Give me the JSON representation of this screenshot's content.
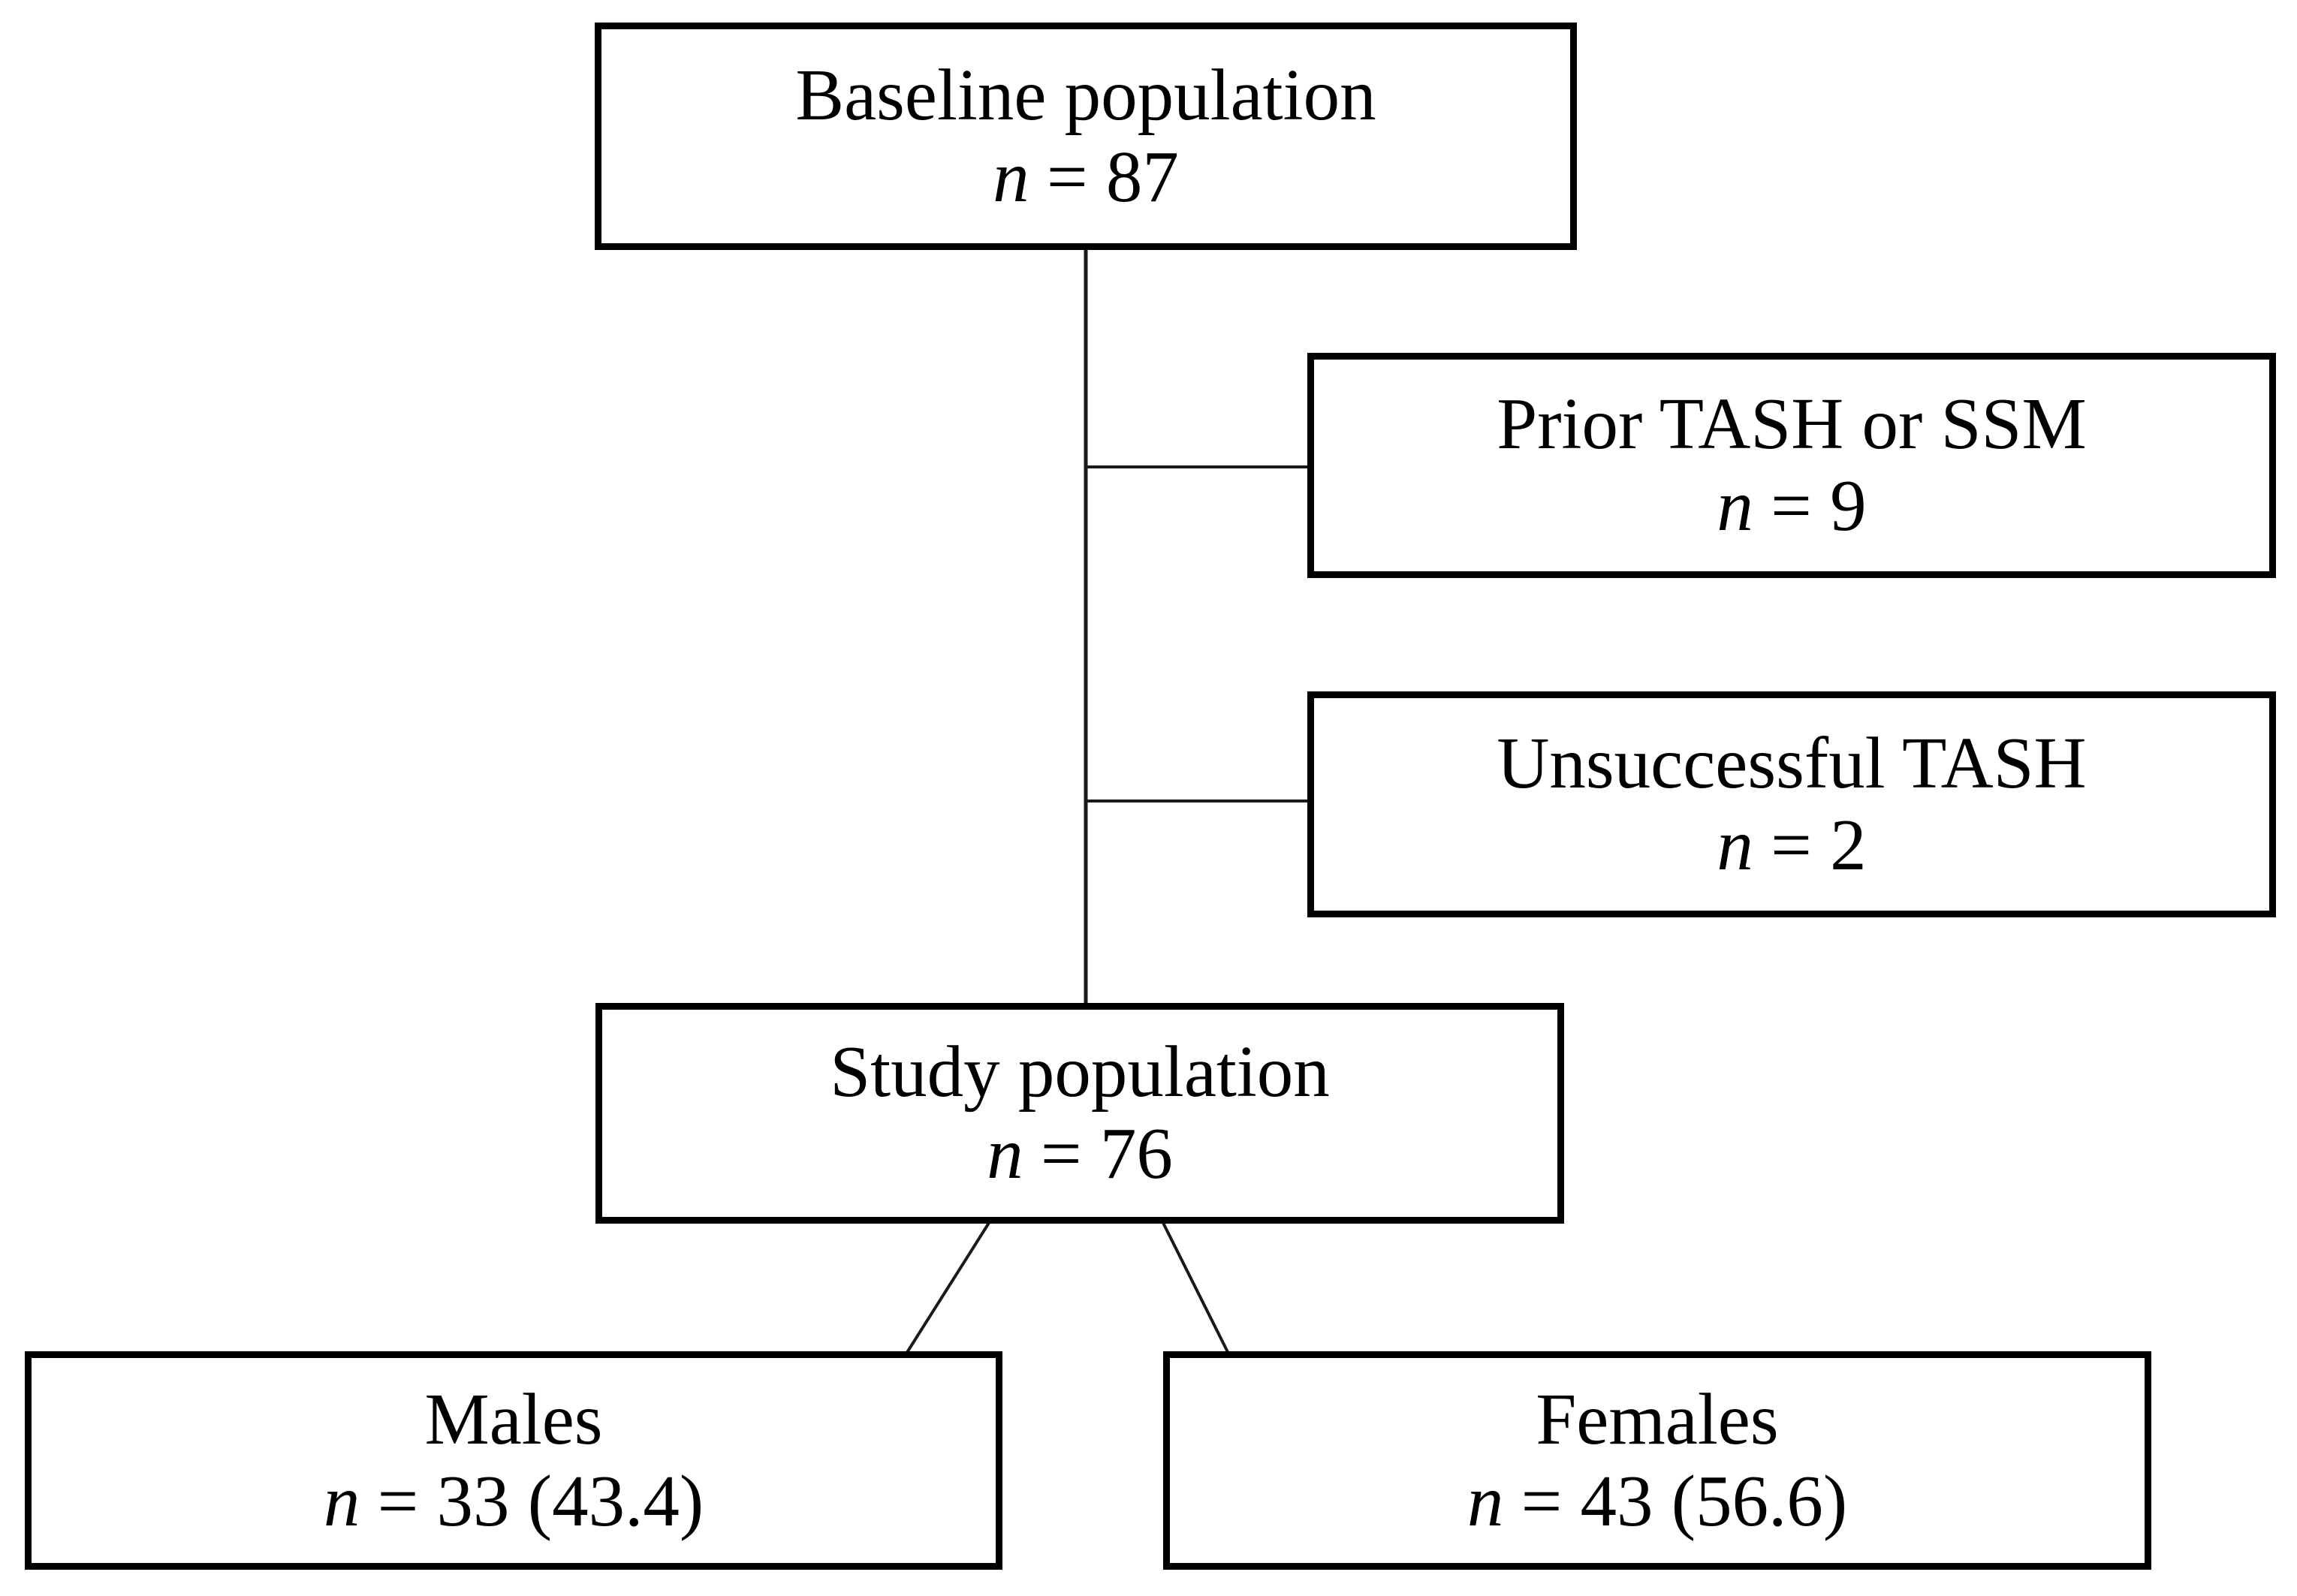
{
  "figure": {
    "type": "study-population-flowchart",
    "background_color": "#ffffff",
    "ink_color": "#000000"
  },
  "nodes": {
    "baseline": {
      "label": "Baseline population",
      "n_symbol": "n",
      "n_value": "= 87"
    },
    "prior_tash": {
      "label": "Prior TASH or SSM",
      "n_symbol": "n",
      "n_value": "= 9"
    },
    "unsuccessful_tash": {
      "label": "Unsuccessful TASH",
      "n_symbol": "n",
      "n_value": "= 2"
    },
    "study": {
      "label": "Study population",
      "n_symbol": "n",
      "n_value": "= 76"
    },
    "males": {
      "label": "Males",
      "n_symbol": "n",
      "n_value": "= 33 (43.4)"
    },
    "females": {
      "label": "Females",
      "n_symbol": "n",
      "n_value": "= 43 (56.6)"
    }
  },
  "edges": [
    {
      "from": "baseline",
      "to": "study"
    },
    {
      "from": "baseline",
      "to": "prior_tash"
    },
    {
      "from": "baseline",
      "to": "unsuccessful_tash"
    },
    {
      "from": "study",
      "to": "males"
    },
    {
      "from": "study",
      "to": "females"
    }
  ]
}
